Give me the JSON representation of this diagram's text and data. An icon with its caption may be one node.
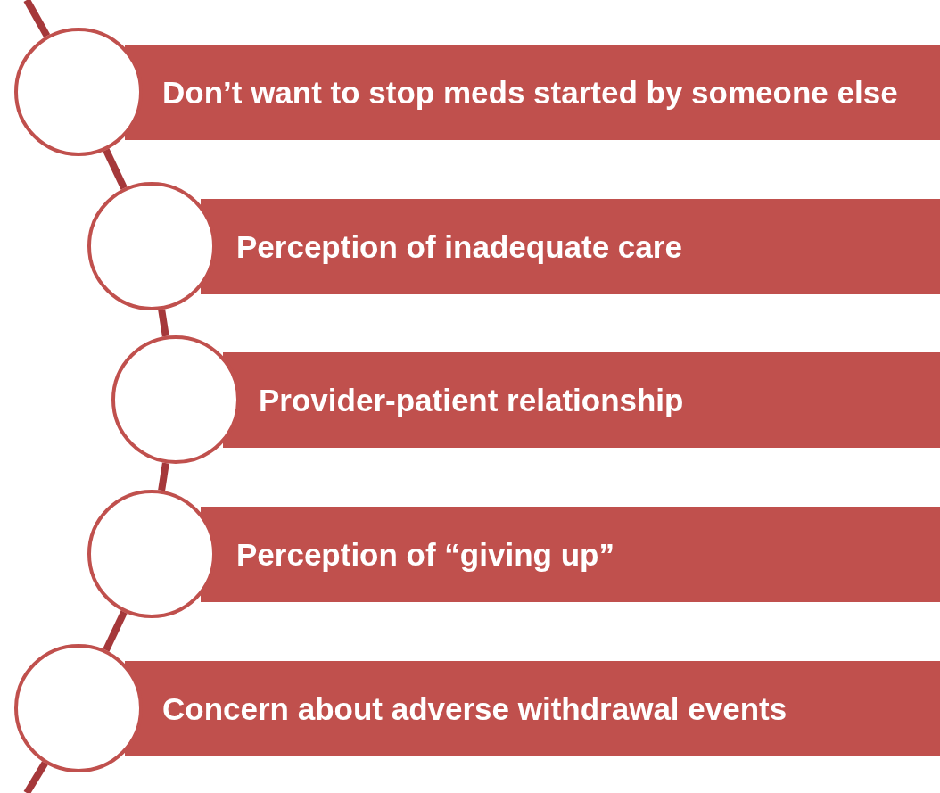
{
  "diagram": {
    "nodes": [
      {
        "text": [],
        "shape": "circle"
      },
      {
        "text": [
          "Don’t want to stop meds started by someone else"
        ]
      },
      {
        "text": [],
        "shape": "circle"
      },
      {
        "text": [
          "Perception of inadequate care"
        ]
      },
      {
        "text": [],
        "shape": "circle"
      },
      {
        "text": [
          "Provider-patient relationship"
        ]
      },
      {
        "text": [],
        "shape": "circle"
      },
      {
        "text": [
          "Perception of “giving up”"
        ]
      },
      {
        "text": [],
        "shape": "circle"
      },
      {
        "text": [
          "Concern about adverse withdrawal events"
        ]
      }
    ],
    "edges": [
      {
        "from": null,
        "to": 0,
        "arrow": "none"
      },
      {
        "from": 0,
        "to": 2,
        "arrow": "none"
      },
      {
        "from": 2,
        "to": 4,
        "arrow": "none"
      },
      {
        "from": 4,
        "to": 6,
        "arrow": "none"
      },
      {
        "from": 6,
        "to": 8,
        "arrow": "none"
      },
      {
        "from": 8,
        "to": null,
        "arrow": "none"
      }
    ]
  }
}
